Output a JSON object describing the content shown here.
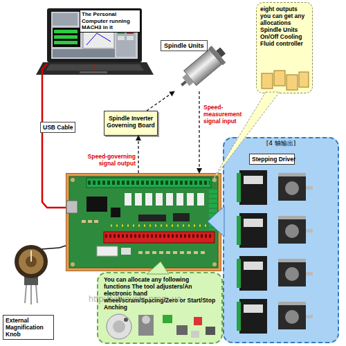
{
  "diagram": {
    "nodes": [
      {
        "text": [
          "The Personal Computer running MACH3 in it"
        ]
      },
      {
        "text": [
          "eight outputs you can get any allocations Spindle Units On/Off Cooling Fluid controller"
        ]
      },
      {
        "text": [
          "Spindle Units"
        ]
      },
      {
        "text": [
          "Spindle Inverter Governing Board"
        ]
      },
      {
        "text": []
      },
      {
        "text": [
          "[4 轴输出]"
        ]
      },
      {
        "text": [
          "Stepping Driver"
        ],
        "in": 5
      },
      {
        "text": [
          "You can allocate any following functions The tool adjusters/An electronic hand wheel/scram/Spacing/Zero or Start/Stop Anching"
        ]
      },
      {
        "text": [
          "External Magnification Knob"
        ]
      }
    ],
    "edges": [
      {
        "from": 0,
        "to": 4,
        "arrow": "none",
        "label": "USB Cable"
      },
      {
        "from": 4,
        "to": 3,
        "arrow": "to",
        "label": "Speed-governing signal output"
      },
      {
        "from": 3,
        "to": 2,
        "arrow": "to"
      },
      {
        "from": 2,
        "to": 4,
        "arrow": "to",
        "label": "Speed-measurement signal input"
      },
      {
        "from": 8,
        "to": 4,
        "arrow": "none"
      }
    ],
    "labels": [
      "http://vitkovets.prom.ua"
    ]
  }
}
